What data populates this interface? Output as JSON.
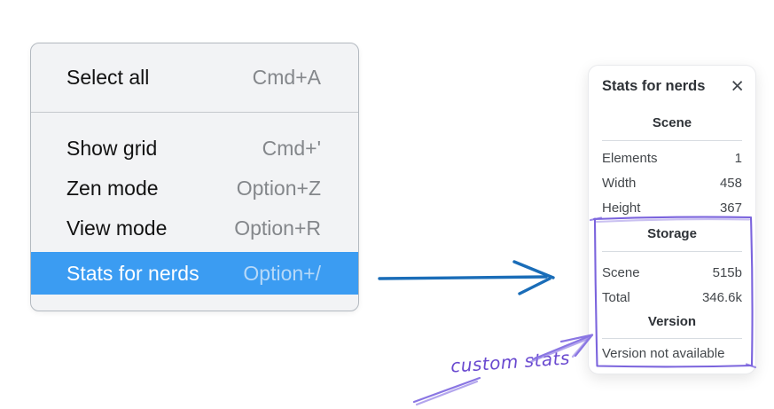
{
  "colors": {
    "menu_highlight": "#3b9cf2",
    "menu_background": "#f2f3f5",
    "arrow_blue": "#1a6db8",
    "annotation_purple": "#7b64dd",
    "annotation_text_purple": "#6a4ad0"
  },
  "menu": {
    "items": [
      {
        "label": "Select all",
        "shortcut": "Cmd+A",
        "highlighted": false
      },
      {
        "label": "Show grid",
        "shortcut": "Cmd+'",
        "highlighted": false
      },
      {
        "label": "Zen mode",
        "shortcut": "Option+Z",
        "highlighted": false
      },
      {
        "label": "View mode",
        "shortcut": "Option+R",
        "highlighted": false
      },
      {
        "label": "Stats for nerds",
        "shortcut": "Option+/",
        "highlighted": true
      }
    ]
  },
  "stats_panel": {
    "title": "Stats for nerds",
    "close_icon": "×",
    "sections": [
      {
        "heading": "Scene",
        "rows": [
          {
            "label": "Elements",
            "value": "1"
          },
          {
            "label": "Width",
            "value": "458"
          },
          {
            "label": "Height",
            "value": "367"
          }
        ]
      },
      {
        "heading": "Storage",
        "rows": [
          {
            "label": "Scene",
            "value": "515b"
          },
          {
            "label": "Total",
            "value": "346.6k"
          }
        ]
      },
      {
        "heading": "Version",
        "note": "Version not available"
      }
    ]
  },
  "annotation": {
    "label": "custom stats"
  }
}
